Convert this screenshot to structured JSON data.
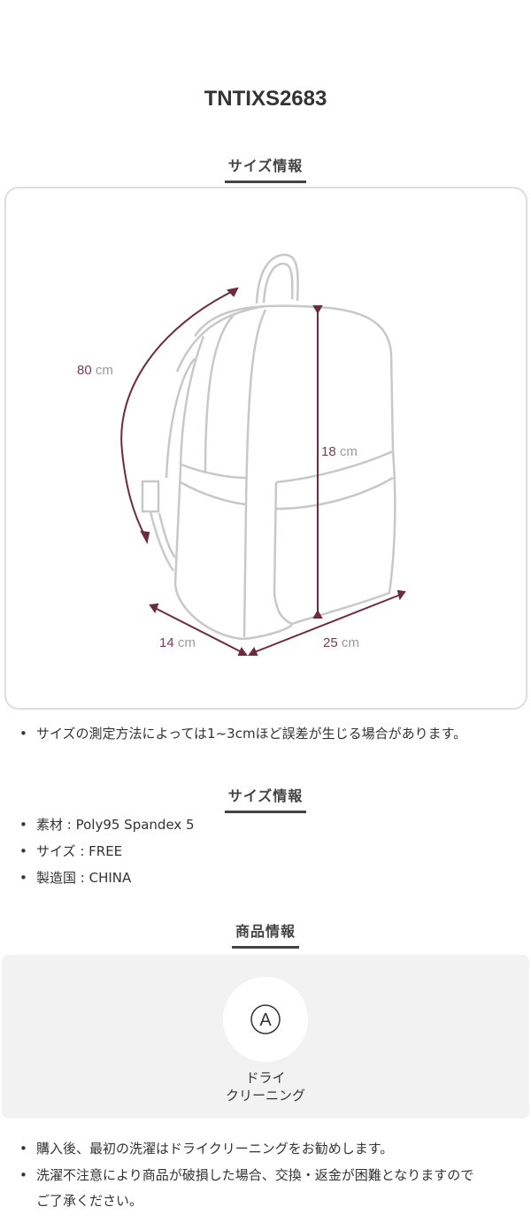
{
  "product_code": "TNTIXS2683",
  "size_section": {
    "heading": "サイズ情報",
    "measurements": [
      {
        "label": "strap",
        "value": "80",
        "unit": "cm"
      },
      {
        "label": "height",
        "value": "18",
        "unit": "cm"
      },
      {
        "label": "depth",
        "value": "14",
        "unit": "cm"
      },
      {
        "label": "width",
        "value": "25",
        "unit": "cm"
      }
    ],
    "note": "サイズの測定方法によっては1~3cmほど誤差が生じる場合があります。"
  },
  "spec_section": {
    "heading": "サイズ情報",
    "items": [
      "素材 : Poly95 Spandex 5",
      "サイズ : FREE",
      "製造国 : CHINA"
    ]
  },
  "product_section": {
    "heading": "商品情報",
    "care_icon_letter": "A",
    "care_label_line1": "ドライ",
    "care_label_line2": "クリーニング",
    "notes": [
      "購入後、最初の洗濯はドライクリーニングをお勧めします。",
      "洗濯不注意により商品が破損した場合、交換・返金が困難となりますので",
      "ご了承ください。"
    ]
  },
  "colors": {
    "accent": "#6e2a40",
    "outline": "#c8c8c8"
  }
}
